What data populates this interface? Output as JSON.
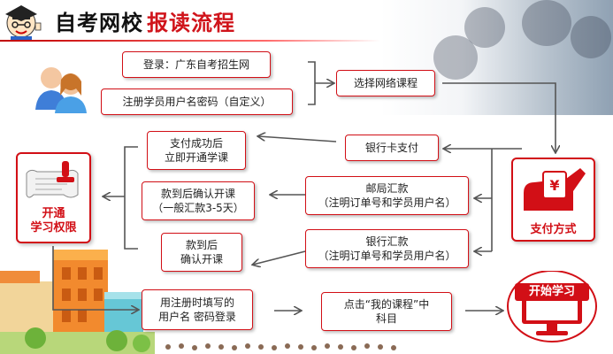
{
  "header": {
    "title_black": "自考网校",
    "title_red": "报读流程"
  },
  "steps": {
    "login": "登录：广东自考招生网",
    "register": "注册学员用户名密码（自定义）",
    "choose_course": "选择网络课程",
    "pay_success": "支付成功后\n立即开通学课",
    "confirm_after_payment": "款到后确认开课\n（一般汇款3-5天）",
    "confirm_open": "款到后\n确认开课",
    "bank_card": "银行卡支付",
    "post_remit": "邮局汇款\n（注明订单号和学员用户名）",
    "bank_remit": "银行汇款\n（注明订单号和学员用户名）",
    "login_with_account": "用注册时填写的\n用户名 密码登录",
    "click_course": "点击“我的课程”中\n科目"
  },
  "panels": {
    "payment": "支付方式",
    "activate": "开通\n学习权限",
    "start": "开始学习"
  },
  "colors": {
    "accent": "#d20f16",
    "line": "#555555"
  }
}
